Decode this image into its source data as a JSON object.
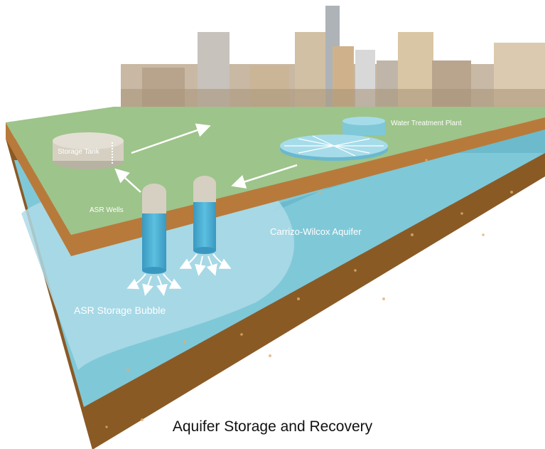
{
  "labels": {
    "storage_tank": "Storage Tank",
    "water_treatment_plant": "Water Treatment Plant",
    "asr_wells": "ASR Wells",
    "aquifer": "Carrizo-Wilcox Aquifer",
    "storage_bubble": "ASR Storage Bubble"
  },
  "caption": "Aquifer Storage and Recovery",
  "colors": {
    "ground_surface": "#9dc48a",
    "soil": "#b87a3a",
    "deep_soil": "#8a5a25",
    "aquifer": "#7fc8d8",
    "aquifer_dark": "#5fb0c4",
    "bubble": "#aedbe8",
    "well": "#4aa8cc",
    "well_cap": "#d6d0c2"
  }
}
